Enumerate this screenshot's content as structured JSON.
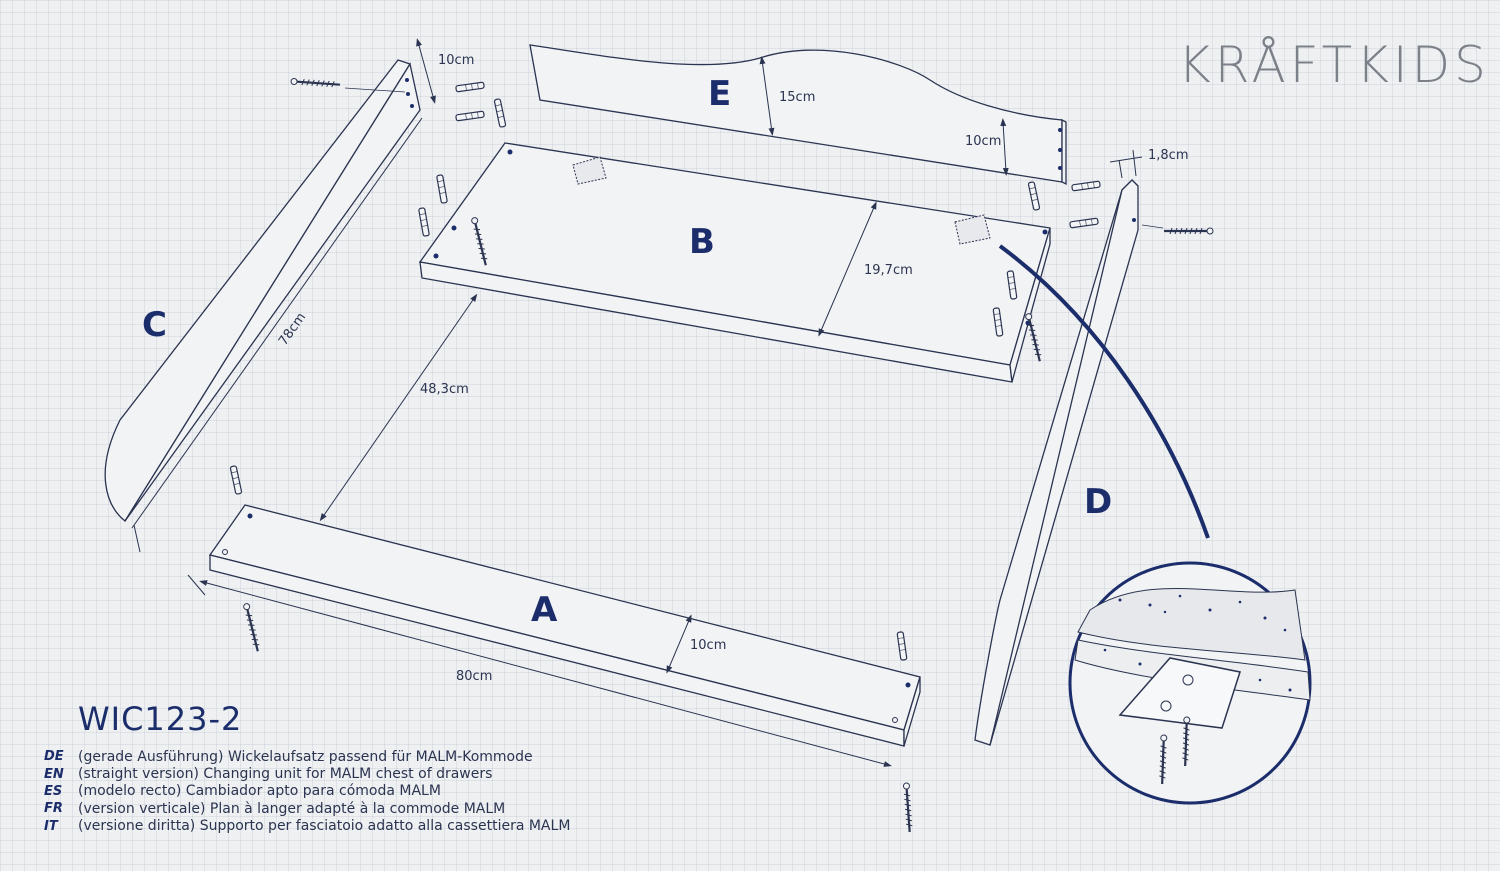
{
  "logo": "KRÅFTKIDS",
  "model": "WIC123-2",
  "parts": {
    "a": "A",
    "b": "B",
    "c": "C",
    "d": "D",
    "e": "E"
  },
  "dimensions": {
    "c_width": "10cm",
    "c_length": "78cm",
    "e_height": "15cm",
    "e_end": "10cm",
    "d_thickness": "1,8cm",
    "b_width": "19,7cm",
    "depth": "48,3cm",
    "a_width": "10cm",
    "a_length": "80cm"
  },
  "descriptions": [
    {
      "code": "DE",
      "text": "(gerade Ausführung) Wickelaufsatz passend für MALM-Kommode"
    },
    {
      "code": "EN",
      "text": "(straight version) Changing unit for MALM chest of drawers"
    },
    {
      "code": "ES",
      "text": "(modelo recto) Cambiador apto para cómoda MALM"
    },
    {
      "code": "FR",
      "text": "(version verticale) Plan à langer adapté à la commode MALM"
    },
    {
      "code": "IT",
      "text": "(versione diritta) Supporto per fasciatoio adatto alla cassettiera MALM"
    }
  ],
  "colors": {
    "ink": "#1c2d6b",
    "line": "#2b3450",
    "background": "#eef0f2"
  }
}
